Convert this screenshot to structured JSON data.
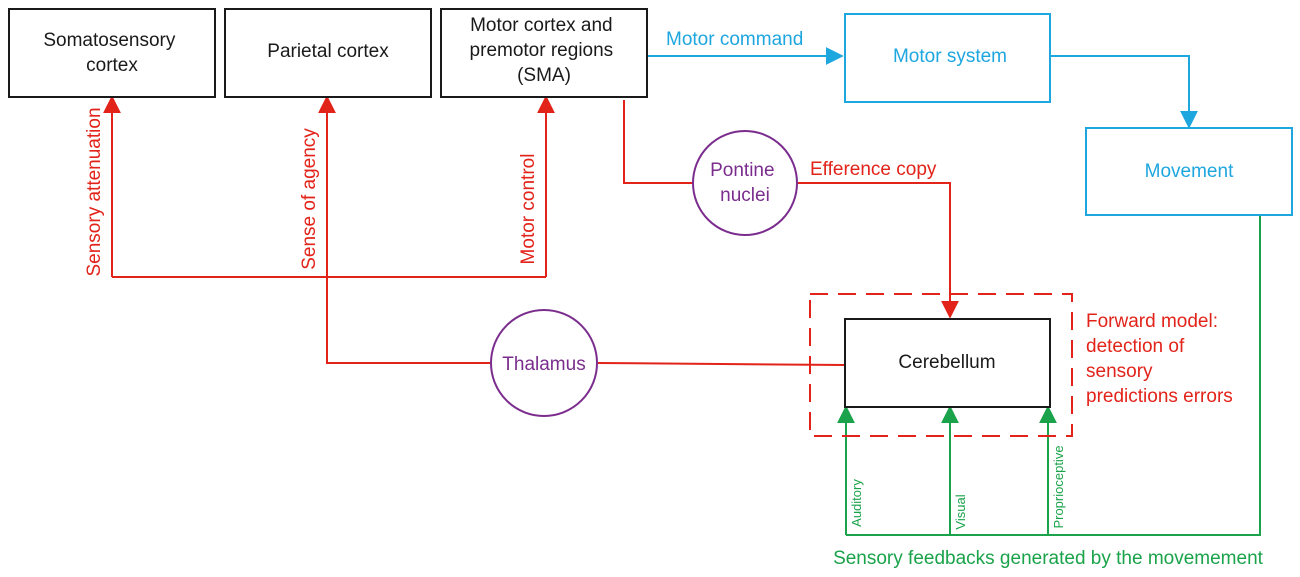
{
  "colors": {
    "black": "#1a1a1a",
    "blue": "#1ea6df",
    "red": "#e2231a",
    "purple": "#7b2d8e",
    "green": "#1aa34a"
  },
  "nodes": {
    "somatosensory": [
      "Somatosensory",
      "cortex"
    ],
    "parietal": [
      "Parietal cortex"
    ],
    "motor_cortex": [
      "Motor cortex and",
      "premotor regions",
      "(SMA)"
    ],
    "motor_system": [
      "Motor system"
    ],
    "movement": [
      "Movement"
    ],
    "pontine": [
      "Pontine",
      "nuclei"
    ],
    "thalamus": [
      "Thalamus"
    ],
    "cerebellum": [
      "Cerebellum"
    ]
  },
  "edge_labels": {
    "motor_command": "Motor command",
    "efference_copy": "Efference copy",
    "sensory_attenuation": "Sensory attenuation",
    "sense_of_agency": "Sense of agency",
    "motor_control": "Motor control",
    "auditory": "Auditory",
    "visual": "Visual",
    "proprioceptive": "Proprioceptive",
    "sensory_feedbacks": "Sensory feedbacks generated by the movemement"
  },
  "annotations": {
    "forward_model": [
      "Forward model:",
      "detection of",
      "sensory",
      "predictions errors"
    ]
  }
}
